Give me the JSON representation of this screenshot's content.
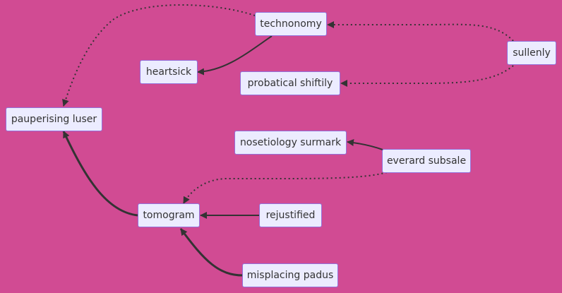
{
  "diagram": {
    "background": "#d14b93",
    "node_fill": "#ececff",
    "node_border": "#9370db",
    "edge_color": "#333333",
    "nodes": {
      "technonomy": "technonomy",
      "heartsick": "heartsick",
      "sullenly": "sullenly",
      "probatical_shiftily": "probatical shiftily",
      "pauperising_luser": "pauperising luser",
      "nosetiology_surmark": "nosetiology surmark",
      "everard_subsale": "everard subsale",
      "tomogram": "tomogram",
      "rejustified": "rejustified",
      "misplacing_padus": "misplacing padus"
    },
    "edges": [
      {
        "from": "technonomy",
        "to": "pauperising_luser",
        "style": "dotted"
      },
      {
        "from": "technonomy",
        "to": "heartsick",
        "style": "solid"
      },
      {
        "from": "sullenly",
        "to": "technonomy",
        "style": "dotted"
      },
      {
        "from": "sullenly",
        "to": "probatical_shiftily",
        "style": "dotted"
      },
      {
        "from": "everard_subsale",
        "to": "nosetiology_surmark",
        "style": "solid"
      },
      {
        "from": "everard_subsale",
        "to": "tomogram",
        "style": "dotted"
      },
      {
        "from": "tomogram",
        "to": "pauperising_luser",
        "style": "thick"
      },
      {
        "from": "rejustified",
        "to": "tomogram",
        "style": "solid"
      },
      {
        "from": "misplacing_padus",
        "to": "tomogram",
        "style": "thick"
      }
    ]
  }
}
